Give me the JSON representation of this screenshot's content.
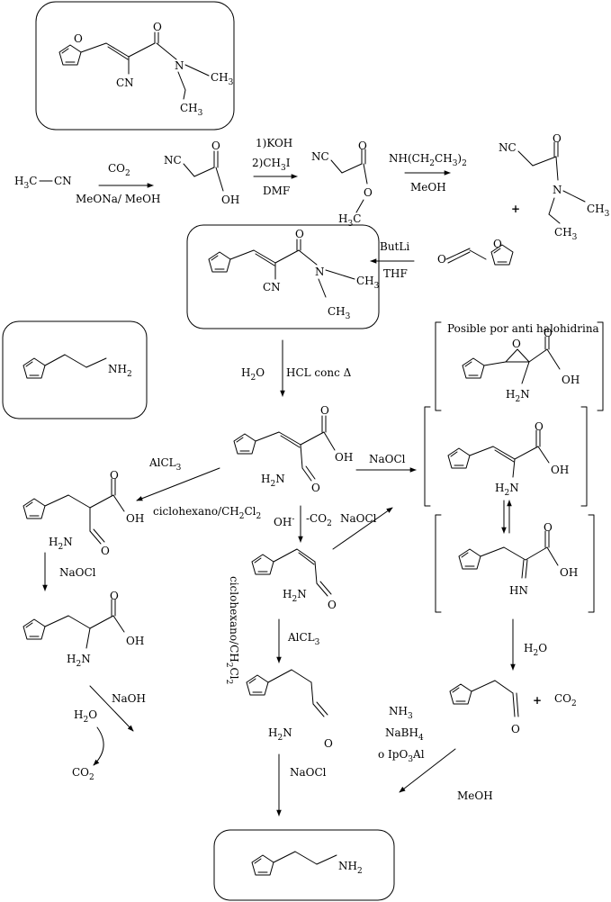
{
  "compounds": {
    "target_top": {
      "cn": "CN",
      "o": "O",
      "n": "N",
      "ch3a": "CH",
      "ch3b": "CH",
      "sub": "3"
    },
    "acetonitrile": {
      "h3c": "H",
      "sub": "3",
      "c": "C",
      "dash": "—",
      "cn": "CN"
    },
    "cyanoacetic_acid": {
      "nc": "NC",
      "oh": "OH",
      "o": "O"
    },
    "methyl_cyanoacetate": {
      "nc": "NC",
      "o1": "O",
      "o2": "O",
      "h3c": "H",
      "sub": "3",
      "c": "C"
    },
    "amide": {
      "nc": "NC",
      "o": "O",
      "n": "N",
      "ch3a": "CH",
      "ch3b": "CH",
      "sub": "3"
    },
    "furfural": {
      "o_ring": "O",
      "o_ald": "O"
    },
    "acrylamide_boxed": {
      "cn": "CN",
      "o": "O",
      "n": "N",
      "ch3a": "CH",
      "ch3b": "CH",
      "sub": "3"
    },
    "furylethylamine_left": {
      "nh": "NH",
      "sub": "2"
    },
    "diacid_center": {
      "o": "O",
      "oh": "OH",
      "h2n": "H",
      "sub": "2",
      "n": "N"
    },
    "epoxide": {
      "oh": "OH",
      "h2n": "H",
      "sub": "2",
      "n": "N",
      "o": "O",
      "note": "Posible por anti halohidrina"
    },
    "enamine": {
      "oh": "OH",
      "h2n": "H",
      "sub": "2",
      "n": "N",
      "o": "O"
    },
    "imine": {
      "oh": "OH",
      "hn": "HN",
      "o": "O"
    },
    "left_acid_amide": {
      "oh": "OH",
      "h2n": "H",
      "sub": "2",
      "n": "N",
      "o": "O"
    },
    "left_aminoacid": {
      "oh": "OH",
      "h2n": "H",
      "sub": "2",
      "n": "N",
      "o": "O"
    },
    "center_enamide": {
      "h2n": "H",
      "sub": "2",
      "n": "N",
      "o": "O"
    },
    "center_propanamide": {
      "h2n": "H",
      "sub": "2",
      "n": "N",
      "o": "O"
    },
    "aldehyde": {
      "o": "O"
    },
    "product_bottom": {
      "nh": "NH",
      "sub": "2"
    }
  },
  "reagents": {
    "co2": "CO",
    "co2_sub": "2",
    "meona": "MeONa/ MeOH",
    "koh": "1)KOH",
    "ch3i_a": "2)CH",
    "ch3i_sub": "3",
    "ch3i_b": "I",
    "dmf": "DMF",
    "amine_a": "NH(CH",
    "amine_sub1": "2",
    "amine_b": "CH",
    "amine_sub2": "3",
    "amine_c": ")",
    "amine_sub3": "2",
    "meoh": "MeOH",
    "plus": "+",
    "butli": "ButLi",
    "thf": "THF",
    "h2o_a": "H",
    "h2o_sub": "2",
    "h2o_b": "O",
    "hcl": "HCL conc Δ",
    "alcl3_a": "AlCL",
    "alcl3_sub": "3",
    "naocl": "NaOCl",
    "ciclo_a": "ciclohexano/CH",
    "ciclo_sub1": "2",
    "ciclo_b": "Cl",
    "ciclo_sub2": "2",
    "oh_minus": "OH",
    "oh_sup": "-",
    "minus_co2_a": "-CO",
    "minus_co2_sub": "2",
    "naoh": "NaOH",
    "nh3_a": "NH",
    "nh3_sub": "3",
    "nabh4_a": "NaBH",
    "nabh4_sub": "4",
    "ipo3al_a": "o IpO",
    "ipo3al_sub": "3",
    "ipo3al_b": "Al",
    "co2_free": "CO",
    "co2_free_sub": "2",
    "meoh_bottom": "MeOH"
  }
}
